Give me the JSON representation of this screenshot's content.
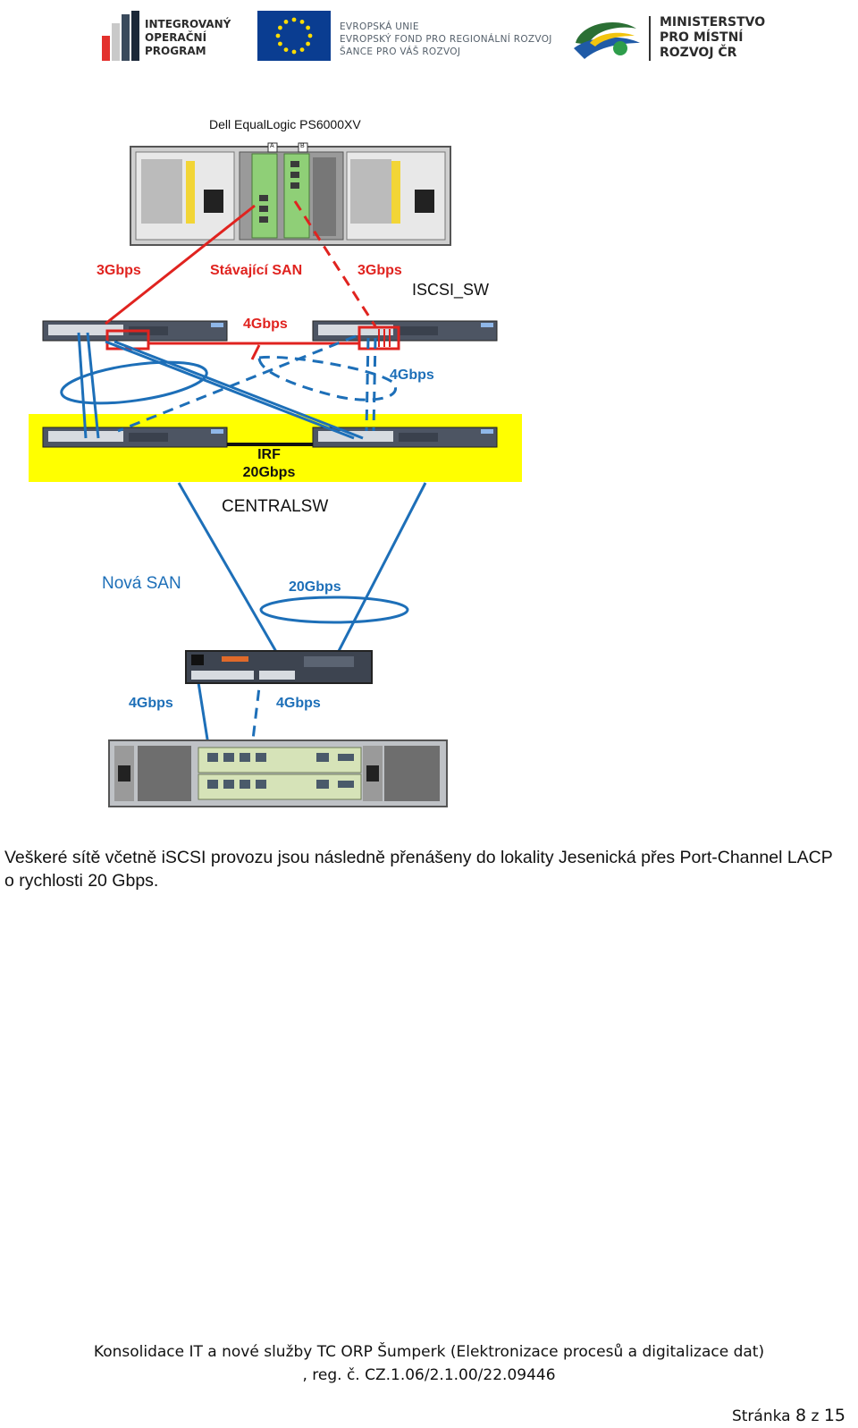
{
  "header": {
    "iop_logo_lines": [
      "INTEGROVANÝ",
      "OPERAČNÍ",
      "PROGRAM"
    ],
    "eu_lines": [
      "EVROPSKÁ UNIE",
      "EVROPSKÝ FOND PRO REGIONÁLNÍ ROZVOJ",
      "ŠANCE PRO VÁŠ ROZVOJ"
    ],
    "mmr_lines": [
      "MINISTERSTVO",
      "PRO MÍSTNÍ",
      "ROZVOJ ČR"
    ]
  },
  "diagram": {
    "storage_title": "Dell EqualLogic PS6000XV",
    "controller_ports": [
      "A",
      "B"
    ],
    "old_san_label": "Stávající SAN",
    "link_3gbps_left": "3Gbps",
    "link_3gbps_right": "3Gbps",
    "iscsi_sw_label": "ISCSI_SW",
    "link_4gbps_top": "4Gbps",
    "link_4gbps_right": "4Gbps",
    "irf_label": "IRF",
    "irf_speed": "20Gbps",
    "central_sw_label": "CENTRALSW",
    "new_san_label": "Nová SAN",
    "link_20gbps": "20Gbps",
    "link_4gbps_left_bottom": "4Gbps",
    "link_4gbps_mid_bottom": "4Gbps",
    "colors": {
      "old_link": "#e0231f",
      "new_link": "#1d6fb8",
      "irf_highlight": "#ffff00"
    }
  },
  "body": {
    "paragraph": "Veškeré sítě včetně iSCSI provozu jsou následně přenášeny do lokality Jesenická přes Port-Channel LACP o rychlosti 20 Gbps."
  },
  "footer": {
    "line1": "Konsolidace IT a nové služby TC ORP Šumperk (Elektronizace procesů a digitalizace dat)",
    "line2": ", reg. č. CZ.1.06/2.1.00/22.09446",
    "page_prefix": "Stránka",
    "page_current": "8",
    "page_sep": "z",
    "page_total": "15"
  }
}
